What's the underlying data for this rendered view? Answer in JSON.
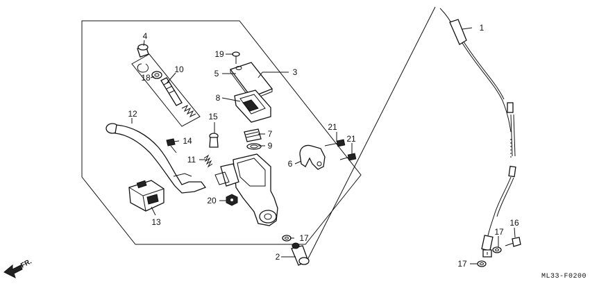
{
  "diagram_code": "ML33-F0200",
  "direction_label": "FR.",
  "callouts": [
    "1",
    "2",
    "3",
    "4",
    "5",
    "6",
    "7",
    "8",
    "9",
    "10",
    "11",
    "12",
    "13",
    "14",
    "15",
    "16",
    "17",
    "18",
    "19",
    "20",
    "21"
  ]
}
